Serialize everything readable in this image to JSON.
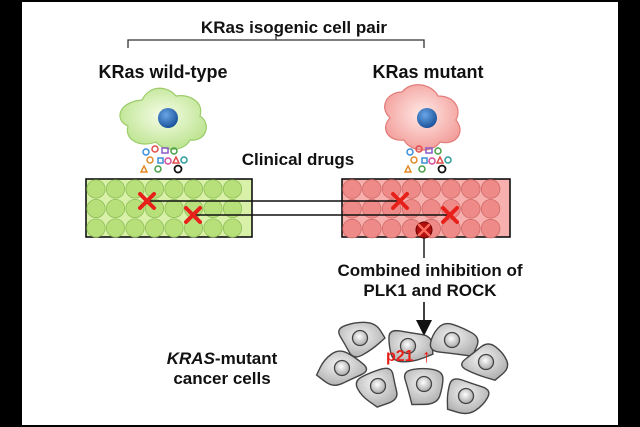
{
  "header": {
    "title": "KRas isogenic cell pair",
    "left_label": "KRas wild-type",
    "right_label": "KRas mutant"
  },
  "middle": {
    "drugs_label": "Clinical drugs"
  },
  "result": {
    "inhibition_line1": "Combined inhibition of",
    "inhibition_line2": "PLK1 and ROCK"
  },
  "cancer": {
    "gene_italic": "KRAS",
    "gene_suffix": "-mutant",
    "line2": "cancer cells",
    "marker": "p21",
    "marker_arrow": "↑"
  },
  "colors": {
    "wildtype_fill": "#d8f0a8",
    "wildtype_well": "#b8e07a",
    "mutant_fill": "#f7b0ad",
    "mutant_well": "#ee8a88",
    "hit_mark": "#e8201a",
    "nucleus": "#1f5fb0",
    "cancer_cell": "#c8c8c8"
  }
}
